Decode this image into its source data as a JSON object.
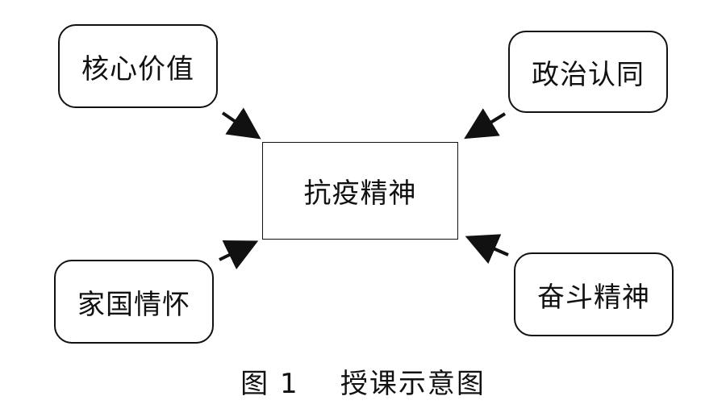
{
  "nodes": {
    "center": "抗疫精神",
    "top_left": "核心价值",
    "top_right": "政治认同",
    "bottom_left": "家国情怀",
    "bottom_right": "奋斗精神"
  },
  "caption": {
    "figure_label": "图 1",
    "title": "授课示意图"
  },
  "colors": {
    "stroke": "#111111",
    "background": "#ffffff"
  }
}
